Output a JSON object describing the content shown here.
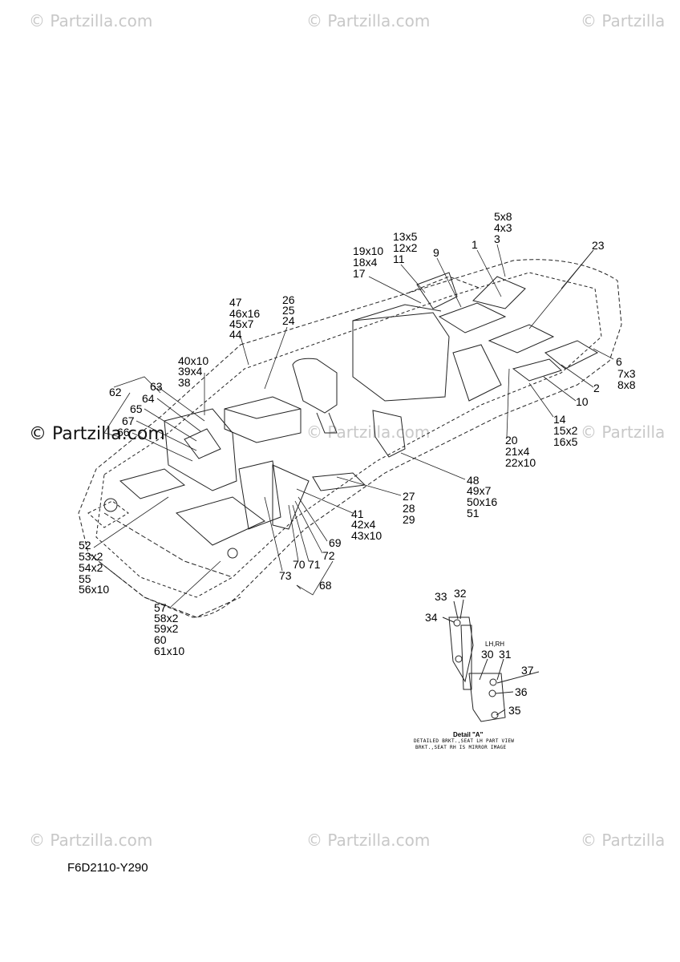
{
  "watermarks": {
    "light": [
      "© Partzilla.com",
      "© Partzilla.com",
      "© Partzilla",
      "© Partzilla.com",
      "© Partzilla",
      "© Partzilla.com",
      "© Partzilla.com",
      "© Partzilla"
    ],
    "strong": "© Partzilla.com"
  },
  "diagram_code": "F6D2110-Y290",
  "detail": {
    "lhrh": "LH,RH",
    "title": "Detail \"A\"",
    "caption": [
      "DETAILED BRKT.,SEAT LH PART VIEW",
      "BRKT.,SEAT RH IS MIRROR IMAGE"
    ]
  },
  "callouts": [
    {
      "id": "c1",
      "text": "5x8"
    },
    {
      "id": "c2",
      "text": "4x3"
    },
    {
      "id": "c3",
      "text": "3"
    },
    {
      "id": "c4",
      "text": "13x5"
    },
    {
      "id": "c5",
      "text": "12x2"
    },
    {
      "id": "c6",
      "text": "11"
    },
    {
      "id": "c7",
      "text": "19x10"
    },
    {
      "id": "c8",
      "text": "18x4"
    },
    {
      "id": "c9",
      "text": "17"
    },
    {
      "id": "c10",
      "text": "9"
    },
    {
      "id": "c11",
      "text": "1"
    },
    {
      "id": "c12",
      "text": "23"
    },
    {
      "id": "c13",
      "text": "26"
    },
    {
      "id": "c14",
      "text": "25"
    },
    {
      "id": "c15",
      "text": "24"
    },
    {
      "id": "c16",
      "text": "47"
    },
    {
      "id": "c17",
      "text": "46x16"
    },
    {
      "id": "c18",
      "text": "45x7"
    },
    {
      "id": "c19",
      "text": "44"
    },
    {
      "id": "c20",
      "text": "40x10"
    },
    {
      "id": "c21",
      "text": "39x4"
    },
    {
      "id": "c22",
      "text": "38"
    },
    {
      "id": "c23",
      "text": "62"
    },
    {
      "id": "c24",
      "text": "63"
    },
    {
      "id": "c25",
      "text": "64"
    },
    {
      "id": "c26",
      "text": "65"
    },
    {
      "id": "c27",
      "text": "67"
    },
    {
      "id": "c28",
      "text": "66"
    },
    {
      "id": "c29",
      "text": "6"
    },
    {
      "id": "c30",
      "text": "7x3"
    },
    {
      "id": "c31",
      "text": "8x8"
    },
    {
      "id": "c32",
      "text": "2"
    },
    {
      "id": "c33",
      "text": "10"
    },
    {
      "id": "c34",
      "text": "14"
    },
    {
      "id": "c35",
      "text": "15x2"
    },
    {
      "id": "c36",
      "text": "16x5"
    },
    {
      "id": "c37",
      "text": "20"
    },
    {
      "id": "c38",
      "text": "21x4"
    },
    {
      "id": "c39",
      "text": "22x10"
    },
    {
      "id": "c40",
      "text": "48"
    },
    {
      "id": "c41",
      "text": "49x7"
    },
    {
      "id": "c42",
      "text": "50x16"
    },
    {
      "id": "c43",
      "text": "51"
    },
    {
      "id": "c44",
      "text": "27"
    },
    {
      "id": "c45",
      "text": "28"
    },
    {
      "id": "c46",
      "text": "29"
    },
    {
      "id": "c47",
      "text": "41"
    },
    {
      "id": "c48",
      "text": "42x4"
    },
    {
      "id": "c49",
      "text": "43x10"
    },
    {
      "id": "c50",
      "text": "69"
    },
    {
      "id": "c51",
      "text": "72"
    },
    {
      "id": "c52",
      "text": "70"
    },
    {
      "id": "c53",
      "text": "71"
    },
    {
      "id": "c54",
      "text": "73"
    },
    {
      "id": "c55",
      "text": "68"
    },
    {
      "id": "c56",
      "text": "52"
    },
    {
      "id": "c57",
      "text": "53x2"
    },
    {
      "id": "c58",
      "text": "54x2"
    },
    {
      "id": "c59",
      "text": "55"
    },
    {
      "id": "c60",
      "text": "56x10"
    },
    {
      "id": "c61",
      "text": "57"
    },
    {
      "id": "c62",
      "text": "58x2"
    },
    {
      "id": "c63",
      "text": "59x2"
    },
    {
      "id": "c64",
      "text": "60"
    },
    {
      "id": "c65",
      "text": "61x10"
    },
    {
      "id": "c66",
      "text": "33"
    },
    {
      "id": "c67",
      "text": "32"
    },
    {
      "id": "c68",
      "text": "34"
    },
    {
      "id": "c69",
      "text": "30"
    },
    {
      "id": "c70",
      "text": "31"
    },
    {
      "id": "c71",
      "text": "37"
    },
    {
      "id": "c72",
      "text": "36"
    },
    {
      "id": "c73",
      "text": "35"
    }
  ]
}
